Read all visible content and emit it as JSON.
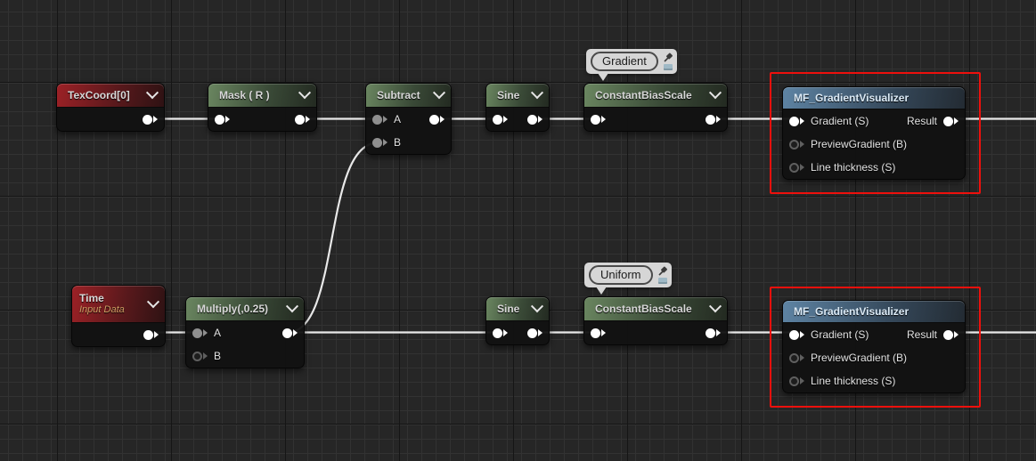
{
  "graph": {
    "colors": {
      "background": "#262626",
      "wire": "#e9e9e9",
      "selection_outline": "#ee100c",
      "header_green": "#6a8660",
      "header_red": "#9c2126",
      "header_blue": "#5e84a4",
      "comment_bubble": "#d6d6d6"
    },
    "comments": {
      "gradient": {
        "label": "Gradient"
      },
      "uniform": {
        "label": "Uniform"
      }
    },
    "nodes": {
      "texcoord": {
        "title": "TexCoord[0]"
      },
      "mask": {
        "title": "Mask ( R )"
      },
      "subtract": {
        "title": "Subtract",
        "input_a": "A",
        "input_b": "B"
      },
      "sine_top": {
        "title": "Sine"
      },
      "constant_bias_scale_top": {
        "title": "ConstantBiasScale"
      },
      "mf_visualizer_top": {
        "title": "MF_GradientVisualizer",
        "input_gradient": "Gradient (S)",
        "input_preview": "PreviewGradient (B)",
        "input_thickness": "Line thickness (S)",
        "output_result": "Result"
      },
      "time": {
        "title": "Time",
        "subtitle": "Input Data"
      },
      "multiply": {
        "title": "Multiply(,0.25)",
        "input_a": "A",
        "input_b": "B"
      },
      "sine_bottom": {
        "title": "Sine"
      },
      "constant_bias_scale_bottom": {
        "title": "ConstantBiasScale"
      },
      "mf_visualizer_bottom": {
        "title": "MF_GradientVisualizer",
        "input_gradient": "Gradient (S)",
        "input_preview": "PreviewGradient (B)",
        "input_thickness": "Line thickness (S)",
        "output_result": "Result"
      }
    }
  }
}
